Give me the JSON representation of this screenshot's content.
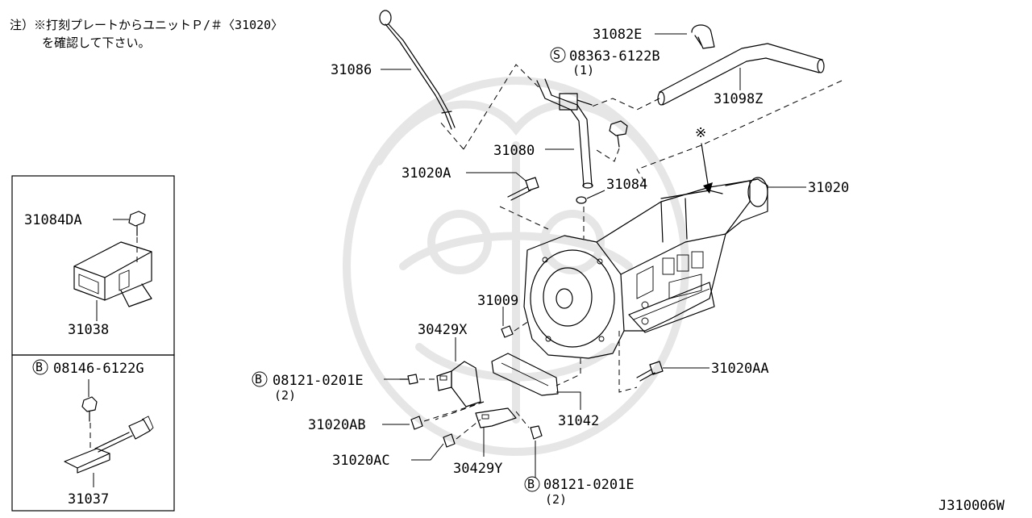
{
  "note": {
    "line1": "注）※打刻プレートからユニットＰ/＃〈31020〉",
    "line2": "を確認して下さい。"
  },
  "asterisk": "※",
  "labels": {
    "dipstick": "31086",
    "clamp": "31082E",
    "bolt_s": "08363-6122B",
    "bolt_s_qty": "(1)",
    "bolt_s_prefix": "S",
    "breather_hose": "31098Z",
    "charging_pipe": "31080",
    "bolt_a": "31020A",
    "o_ring": "31084",
    "transmission": "31020",
    "bolt_009": "31009",
    "bracket_x": "30429X",
    "bolt_e_top": "08121-0201E",
    "bolt_e_top_qty": "(2)",
    "bolt_e_top_prefix": "B",
    "bolt_aa": "31020AA",
    "cover": "31042",
    "bolt_ab": "31020AB",
    "bolt_ac": "31020AC",
    "bracket_y": "30429Y",
    "bolt_e_bot": "08121-0201E",
    "bolt_e_bot_qty": "(2)",
    "bolt_e_bot_prefix": "B"
  },
  "inset_upper": {
    "bolt": "31084DA",
    "module": "31038"
  },
  "inset_lower": {
    "bolt": "08146-6122G",
    "bolt_prefix": "B",
    "sensor": "31037"
  },
  "diagram_id": "J310006W"
}
